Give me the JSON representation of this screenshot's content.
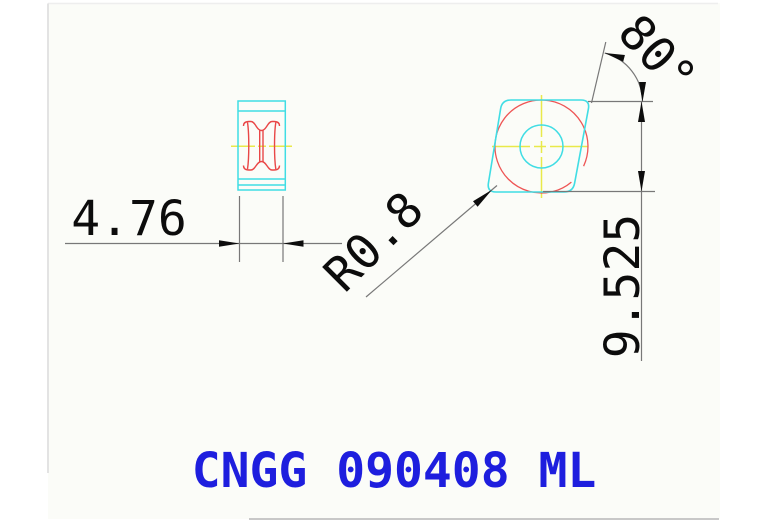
{
  "drawing": {
    "title": "CNGG 090408 ML",
    "dimensions": {
      "thickness": "4.76",
      "inscribed_height": "9.525",
      "corner_angle": "80°",
      "corner_radius": "R0.8"
    },
    "colors": {
      "outline_cyan": "#40dde4",
      "profile_red": "#e94747",
      "centerline_yellow": "#e9e94a",
      "dimension_line_gray": "#787878",
      "dimension_text_black": "#0c0c0c",
      "title_blue": "#1e1ede",
      "canvas_background": "#fbfcf8"
    }
  }
}
